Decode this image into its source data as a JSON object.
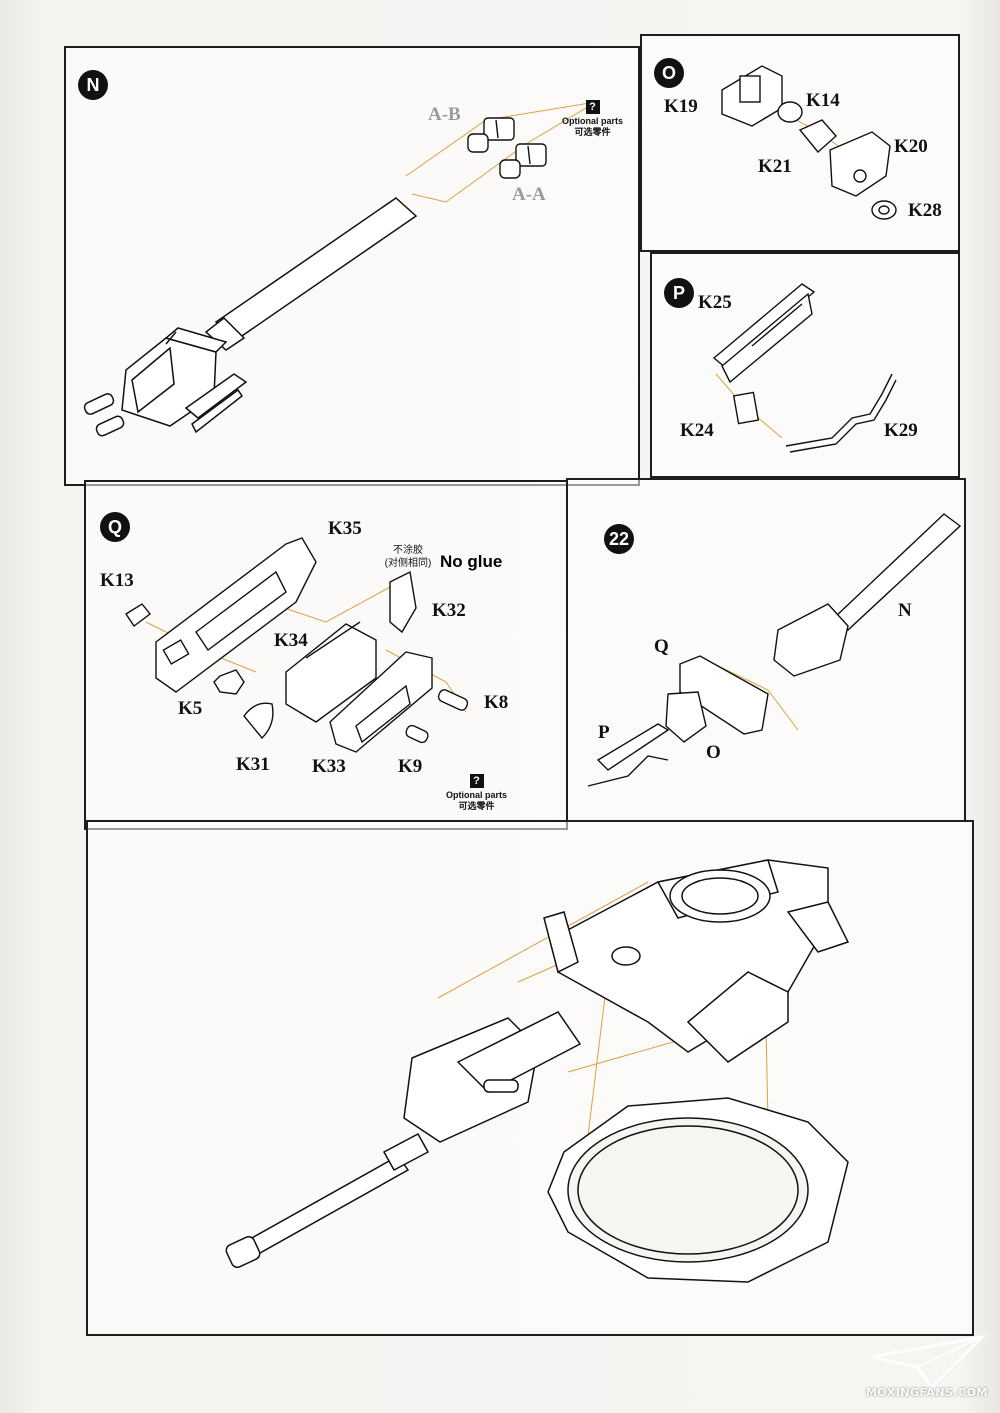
{
  "panels": {
    "N": {
      "step": "N",
      "labels": {
        "ab": "A-B",
        "aa": "A-A"
      },
      "optional": {
        "en": "Optional parts",
        "cn": "可选零件",
        "mark": "?"
      }
    },
    "O": {
      "step": "O",
      "labels": {
        "k19": "K19",
        "k14": "K14",
        "k20": "K20",
        "k21": "K21",
        "k28": "K28"
      }
    },
    "P": {
      "step": "P",
      "labels": {
        "k25": "K25",
        "k24": "K24",
        "k29": "K29"
      }
    },
    "Q": {
      "step": "Q",
      "labels": {
        "k35": "K35",
        "k13": "K13",
        "k32": "K32",
        "k34": "K34",
        "k5": "K5",
        "k8": "K8",
        "k31": "K31",
        "k33": "K33",
        "k9": "K9"
      },
      "no_glue": {
        "cn1": "不涂胶",
        "cn2": "(对侧相同)",
        "en": "No glue"
      },
      "optional": {
        "en": "Optional parts",
        "cn": "可选零件",
        "mark": "?"
      }
    },
    "S22": {
      "step": "22",
      "labels": {
        "n": "N",
        "q": "Q",
        "p": "P",
        "o": "O"
      }
    }
  },
  "watermark": {
    "text": "MOXINGFANS.COM"
  },
  "colors": {
    "ink": "#111111",
    "leader": "#e0a040",
    "grey_label": "#9a9a9a"
  }
}
